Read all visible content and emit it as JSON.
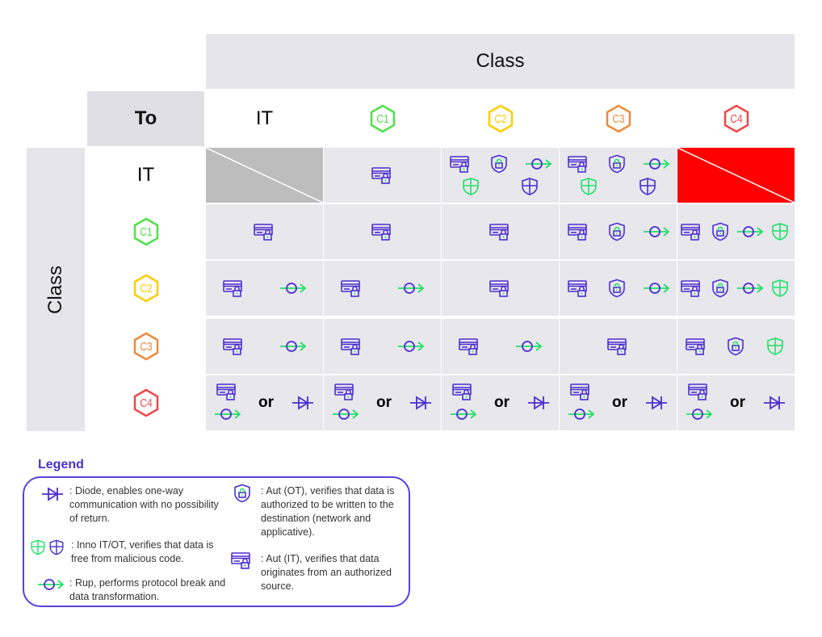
{
  "title_top": "Class",
  "title_left": "Class",
  "to_label": "To",
  "columns": [
    {
      "label": "IT",
      "type": "text"
    },
    {
      "label": "C1",
      "type": "badge",
      "color": "#4fe04a"
    },
    {
      "label": "C2",
      "type": "badge",
      "color": "#ffcc00"
    },
    {
      "label": "C3",
      "type": "badge",
      "color": "#f08a3a"
    },
    {
      "label": "C4",
      "type": "badge",
      "color": "#f04848"
    }
  ],
  "rows": [
    {
      "label": "IT",
      "type": "text",
      "cells": [
        {
          "blocked": "#bdbdbd"
        },
        {
          "rows": [
            [
              "aut_it"
            ]
          ]
        },
        {
          "rows": [
            [
              "aut_it",
              "aut_ot",
              "rup"
            ],
            [
              "inno_it",
              "inno_ot"
            ]
          ]
        },
        {
          "rows": [
            [
              "aut_it",
              "aut_ot",
              "rup"
            ],
            [
              "inno_it",
              "inno_ot"
            ]
          ]
        },
        {
          "blocked": "#ff0000"
        }
      ]
    },
    {
      "label": "C1",
      "type": "badge",
      "color": "#4fe04a",
      "cells": [
        {
          "rows": [
            [
              "aut_it"
            ]
          ]
        },
        {
          "rows": [
            [
              "aut_it"
            ]
          ]
        },
        {
          "rows": [
            [
              "aut_it"
            ]
          ]
        },
        {
          "rows": [
            [
              "aut_it",
              "aut_ot",
              "rup"
            ]
          ]
        },
        {
          "rows": [
            [
              "aut_it",
              "aut_ot",
              "rup",
              "inno_it"
            ]
          ]
        }
      ]
    },
    {
      "label": "C2",
      "type": "badge",
      "color": "#ffcc00",
      "cells": [
        {
          "rows": [
            [
              "aut_it",
              "rup"
            ]
          ]
        },
        {
          "rows": [
            [
              "aut_it",
              "rup"
            ]
          ]
        },
        {
          "rows": [
            [
              "aut_it"
            ]
          ]
        },
        {
          "rows": [
            [
              "aut_it",
              "aut_ot",
              "rup"
            ]
          ]
        },
        {
          "rows": [
            [
              "aut_it",
              "aut_ot",
              "rup",
              "inno_it"
            ]
          ]
        }
      ]
    },
    {
      "label": "C3",
      "type": "badge",
      "color": "#f08a3a",
      "cells": [
        {
          "rows": [
            [
              "aut_it",
              "rup"
            ]
          ]
        },
        {
          "rows": [
            [
              "aut_it",
              "rup"
            ]
          ]
        },
        {
          "rows": [
            [
              "aut_it",
              "rup"
            ]
          ]
        },
        {
          "rows": [
            [
              "aut_it"
            ]
          ]
        },
        {
          "rows": [
            [
              "aut_it",
              "aut_ot",
              "inno_it"
            ]
          ]
        }
      ]
    },
    {
      "label": "C4",
      "type": "badge",
      "color": "#f04848",
      "cells": [
        {
          "stack": [
            "aut_it",
            "rup"
          ],
          "or": "or",
          "right": "diode"
        },
        {
          "stack": [
            "aut_it",
            "rup"
          ],
          "or": "or",
          "right": "diode"
        },
        {
          "stack": [
            "aut_it",
            "rup"
          ],
          "or": "or",
          "right": "diode"
        },
        {
          "stack": [
            "aut_it",
            "rup"
          ],
          "or": "or",
          "right": "diode"
        },
        {
          "stack": [
            "aut_it",
            "rup"
          ],
          "or": "or",
          "right": "diode"
        }
      ]
    }
  ],
  "legend": {
    "title": "Legend",
    "diode": ": Diode, enables one-way communication with no possibility of return.",
    "inno": ": Inno IT/OT, verifies that data is free from malicious code.",
    "rup": ": Rup, performs protocol break and data transformation.",
    "aut_ot": ": Aut (OT), verifies that data is authorized to be written to the destination (network and applicative).",
    "aut_it": ": Aut (IT), verifies that data originates from an authorized source."
  },
  "colors": {
    "purple": "#4b2fd0",
    "green": "#22e06a"
  }
}
